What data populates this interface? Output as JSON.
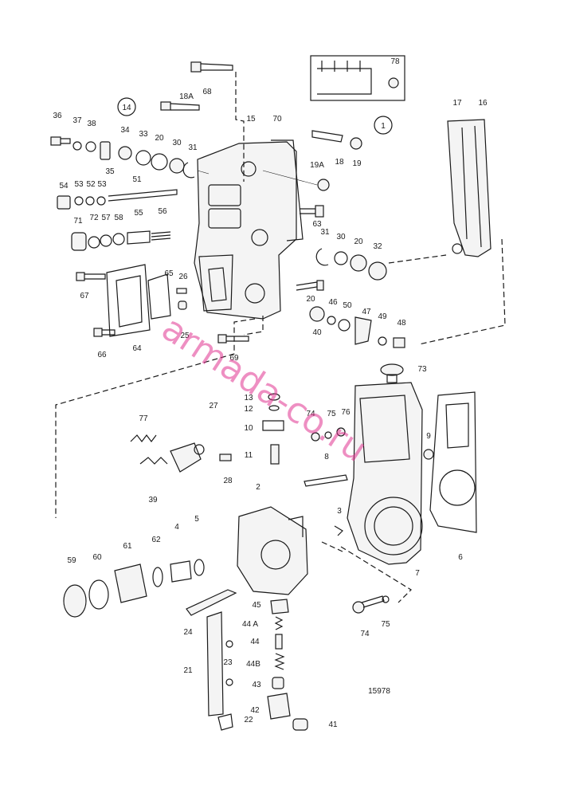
{
  "watermark": {
    "text": "armada-co.ru"
  },
  "figure_number": "15978",
  "callouts": [
    "68",
    "18A",
    "15",
    "70",
    "36",
    "37",
    "38",
    "34",
    "33",
    "20",
    "30",
    "31",
    "35",
    "54",
    "53",
    "52",
    "53",
    "51",
    "71",
    "72",
    "57",
    "58",
    "55",
    "56",
    "19A",
    "18",
    "19",
    "17",
    "16",
    "63",
    "31",
    "30",
    "20",
    "32",
    "67",
    "65",
    "26",
    "25",
    "64",
    "66",
    "69",
    "20",
    "46",
    "50",
    "47",
    "49",
    "48",
    "40",
    "78",
    "73",
    "13",
    "12",
    "10",
    "11",
    "27",
    "77",
    "39",
    "28",
    "74",
    "75",
    "76",
    "9",
    "8",
    "2",
    "3",
    "7",
    "6",
    "59",
    "60",
    "61",
    "62",
    "4",
    "5",
    "45",
    "44 A",
    "44",
    "44B",
    "43",
    "42",
    "41",
    "24",
    "23",
    "21",
    "22",
    "74",
    "75",
    "15978"
  ],
  "circled_callouts": [
    "14",
    "1"
  ]
}
